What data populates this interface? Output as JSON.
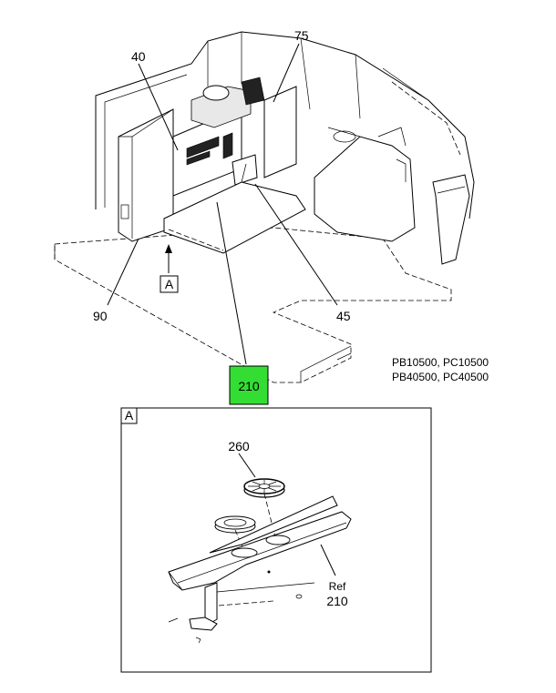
{
  "callouts": {
    "c40": "40",
    "c75": "75",
    "c90": "90",
    "c45": "45",
    "c210_highlight": "210",
    "c260": "260",
    "ref_word": "Ref",
    "ref_num": "210"
  },
  "view_labels": {
    "view_marker": "A",
    "detail_view_title": "A"
  },
  "model_codes": [
    "PB10500, PC10500",
    "PB40500, PC40500"
  ],
  "colors": {
    "highlight": "#33dd33",
    "line": "#000000"
  }
}
